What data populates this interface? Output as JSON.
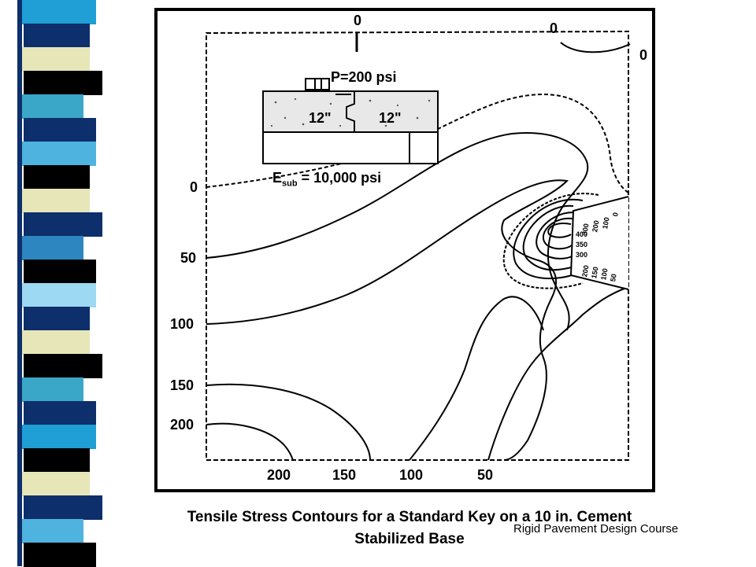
{
  "decor": {
    "strip_colors": [
      "#1f9fd6",
      "#0d2f6b",
      "#e6e6b8",
      "#000000",
      "#3aa7c9",
      "#0d2f6b",
      "#4fb3e0",
      "#000000",
      "#e6e6b8",
      "#0d2f6b",
      "#2e86c1",
      "#000000",
      "#9dd9f3",
      "#0d2f6b",
      "#e6e6b8",
      "#000000",
      "#3aa7c9",
      "#0d2f6b",
      "#1f9fd6",
      "#000000",
      "#e6e6b8",
      "#0d2f6b",
      "#4fb3e0",
      "#000000"
    ]
  },
  "diagram": {
    "load_label": "P=200 psi",
    "dim_left": "12\"",
    "dim_right": "12\"",
    "esub_prefix": "E",
    "esub_sub": "sub",
    "esub_value": " = 10,000 psi",
    "top_labels": [
      "0",
      "0",
      "0"
    ],
    "left_labels": [
      "0",
      "50",
      "100",
      "150",
      "200"
    ],
    "bottom_labels": [
      "200",
      "150",
      "100",
      "50"
    ],
    "key_labels_top": [
      "300",
      "200",
      "100",
      "0"
    ],
    "key_labels_mid": [
      "400",
      "350",
      "300"
    ],
    "key_labels_bot": [
      "200",
      "150",
      "100",
      "50"
    ]
  },
  "caption": {
    "line1": "Tensile Stress Contours for a Standard Key on a 10 in. Cement",
    "line2": "Stabilized Base"
  },
  "footer": "Rigid Pavement Design Course"
}
